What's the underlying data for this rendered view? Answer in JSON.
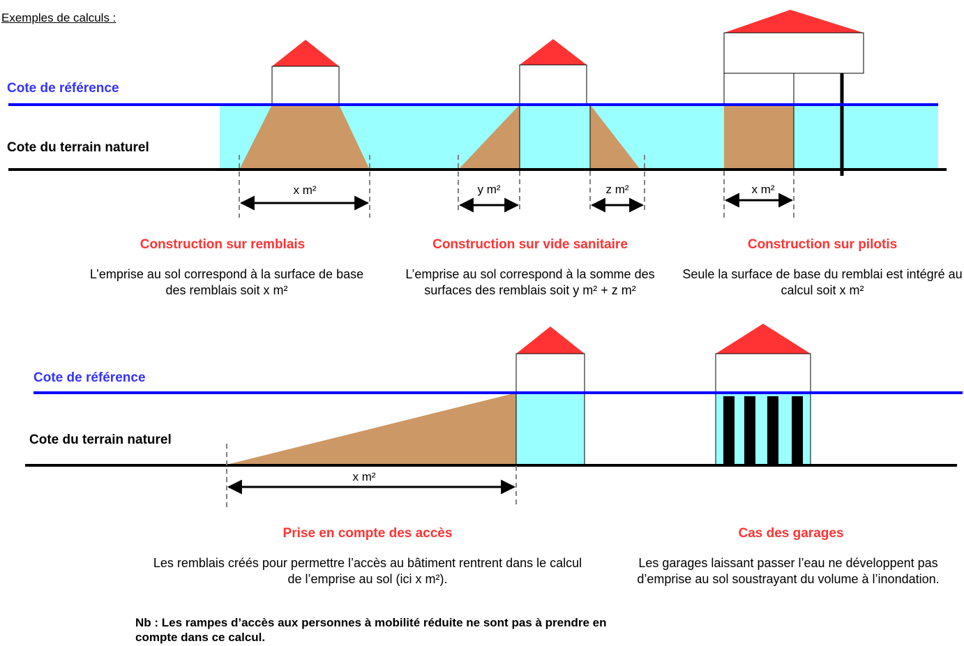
{
  "heading": "Exemples de calculs :",
  "top": {
    "reference_label": "Cote de référence",
    "natural_label": "Cote du terrain naturel",
    "dims": {
      "remblais": "x m²",
      "vide_y": "y m²",
      "vide_z": "z m²",
      "pilotis": "x m²"
    },
    "captions": [
      {
        "title": "Construction sur remblais",
        "desc": "L’emprise au sol correspond à la surface de base des remblais soit x m²"
      },
      {
        "title": "Construction sur vide sanitaire",
        "desc": "L’emprise au sol correspond à la somme des surfaces des remblais soit y m² + z m²"
      },
      {
        "title": "Construction sur pilotis",
        "desc": "Seule la surface de base du remblai est intégré au calcul soit x m²"
      }
    ]
  },
  "bottom": {
    "reference_label": "Cote de référence",
    "natural_label": "Cote du terrain naturel",
    "dims": {
      "acces": "x m²"
    },
    "captions": [
      {
        "title": "Prise en compte des accès",
        "desc": "Les remblais créés pour permettre l’accès au bâtiment rentrent dans le calcul de l’emprise au sol (ici x m²)."
      },
      {
        "title": "Cas des garages",
        "desc": "Les garages laissant passer l’eau ne développent pas d’emprise au sol soustrayant du volume à l’inondation."
      }
    ],
    "note": "Nb : Les rampes d’accès aux personnes à mobilité réduite ne sont pas à prendre en compte dans ce calcul."
  },
  "colors": {
    "water": "#99ffff",
    "fill_earth": "#cc9966",
    "roof": "#ff3333",
    "reference_line": "#0000ff",
    "ground_line": "#000000",
    "reference_text": "#3333ff",
    "caption_title": "#ff3333"
  }
}
